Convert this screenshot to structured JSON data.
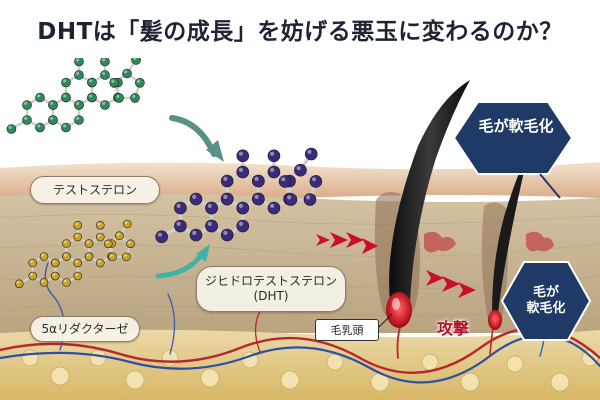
{
  "title": "DHTは「髪の成長」を妨げる悪玉に変わるのか？",
  "labels": {
    "testosterone": "テストステロン",
    "reductase": "5αリダクターゼ",
    "dht_name": "ジヒドロテストステロン",
    "dht_abbr": "(DHT)",
    "dermal_papilla": "毛乳頭",
    "attack": "攻撃",
    "miniaturization_1": "毛が軟毛化",
    "miniaturization_2_line1": "毛が",
    "miniaturization_2_line2": "軟毛化"
  },
  "colors": {
    "testosterone_molecule": "#2f8a5a",
    "reductase_molecule": "#c9a227",
    "dht_molecule": "#3b2a7a",
    "attack_arrows": "#c8102e",
    "hexagon_fill": "#1f3a66",
    "skin_top": "#e7c9a4",
    "dermis": "#c9b496",
    "fat_layer": "#e8cf8a"
  },
  "icons": [
    "testosterone-molecule-icon",
    "reductase-molecule-icon",
    "dht-molecule-icon",
    "hair-follicle-icon",
    "attack-arrow-icon",
    "blood-vessel-icon"
  ]
}
